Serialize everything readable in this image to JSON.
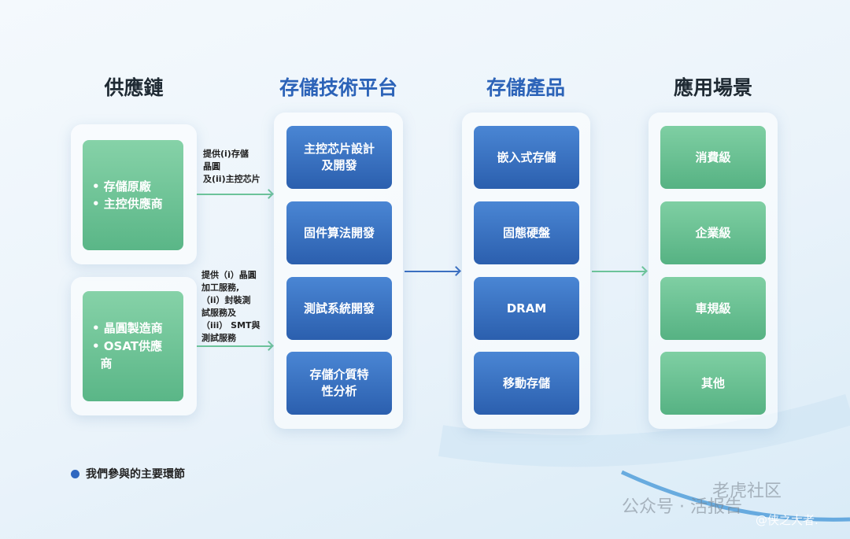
{
  "titles": {
    "supply_chain": "供應鏈",
    "tech_platform": "存儲技術平台",
    "products": "存儲產品",
    "applications": "應用場景"
  },
  "supply_chain": [
    {
      "items": [
        "• 存儲原廠",
        "• 主控供應商"
      ]
    },
    {
      "items": [
        "• 晶圓製造商",
        "• OSAT供應",
        "  商"
      ]
    }
  ],
  "notes": {
    "top": [
      "提供(i)存儲",
      "晶圓",
      "及(ii)主控芯片"
    ],
    "bottom": [
      "提供（i）晶圓",
      "加工服務,",
      "（ii）封裝測",
      "試服務及",
      "（iii） SMT與",
      "測試服務"
    ]
  },
  "tech_platform": [
    "主控芯片設計\n及開發",
    "固件算法開發",
    "測試系統開發",
    "存儲介質特\n性分析"
  ],
  "products": [
    "嵌入式存儲",
    "固態硬盤",
    "DRAM",
    "移動存儲"
  ],
  "applications": [
    "消費級",
    "企業級",
    "車規級",
    "其他"
  ],
  "legend": "我們參與的主要環節",
  "watermark": {
    "line1": "老虎社区",
    "line2": "公众号 · 活报告",
    "line3": "@侠之大者."
  },
  "colors": {
    "blue": "#2b5fae",
    "green": "#5ab687"
  }
}
